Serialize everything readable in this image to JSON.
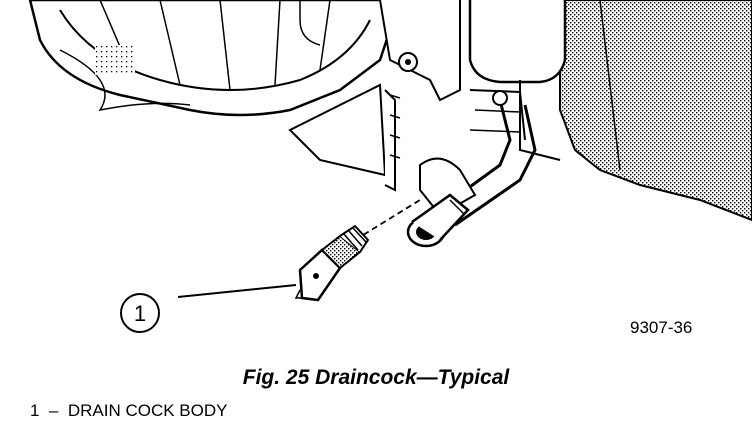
{
  "figure": {
    "callout_number": "1",
    "figure_id": "9307-36",
    "caption": "Fig. 25 Draincock—Typical",
    "legend": [
      {
        "number": "1",
        "dash": "–",
        "label": "DRAIN COCK BODY"
      }
    ]
  }
}
